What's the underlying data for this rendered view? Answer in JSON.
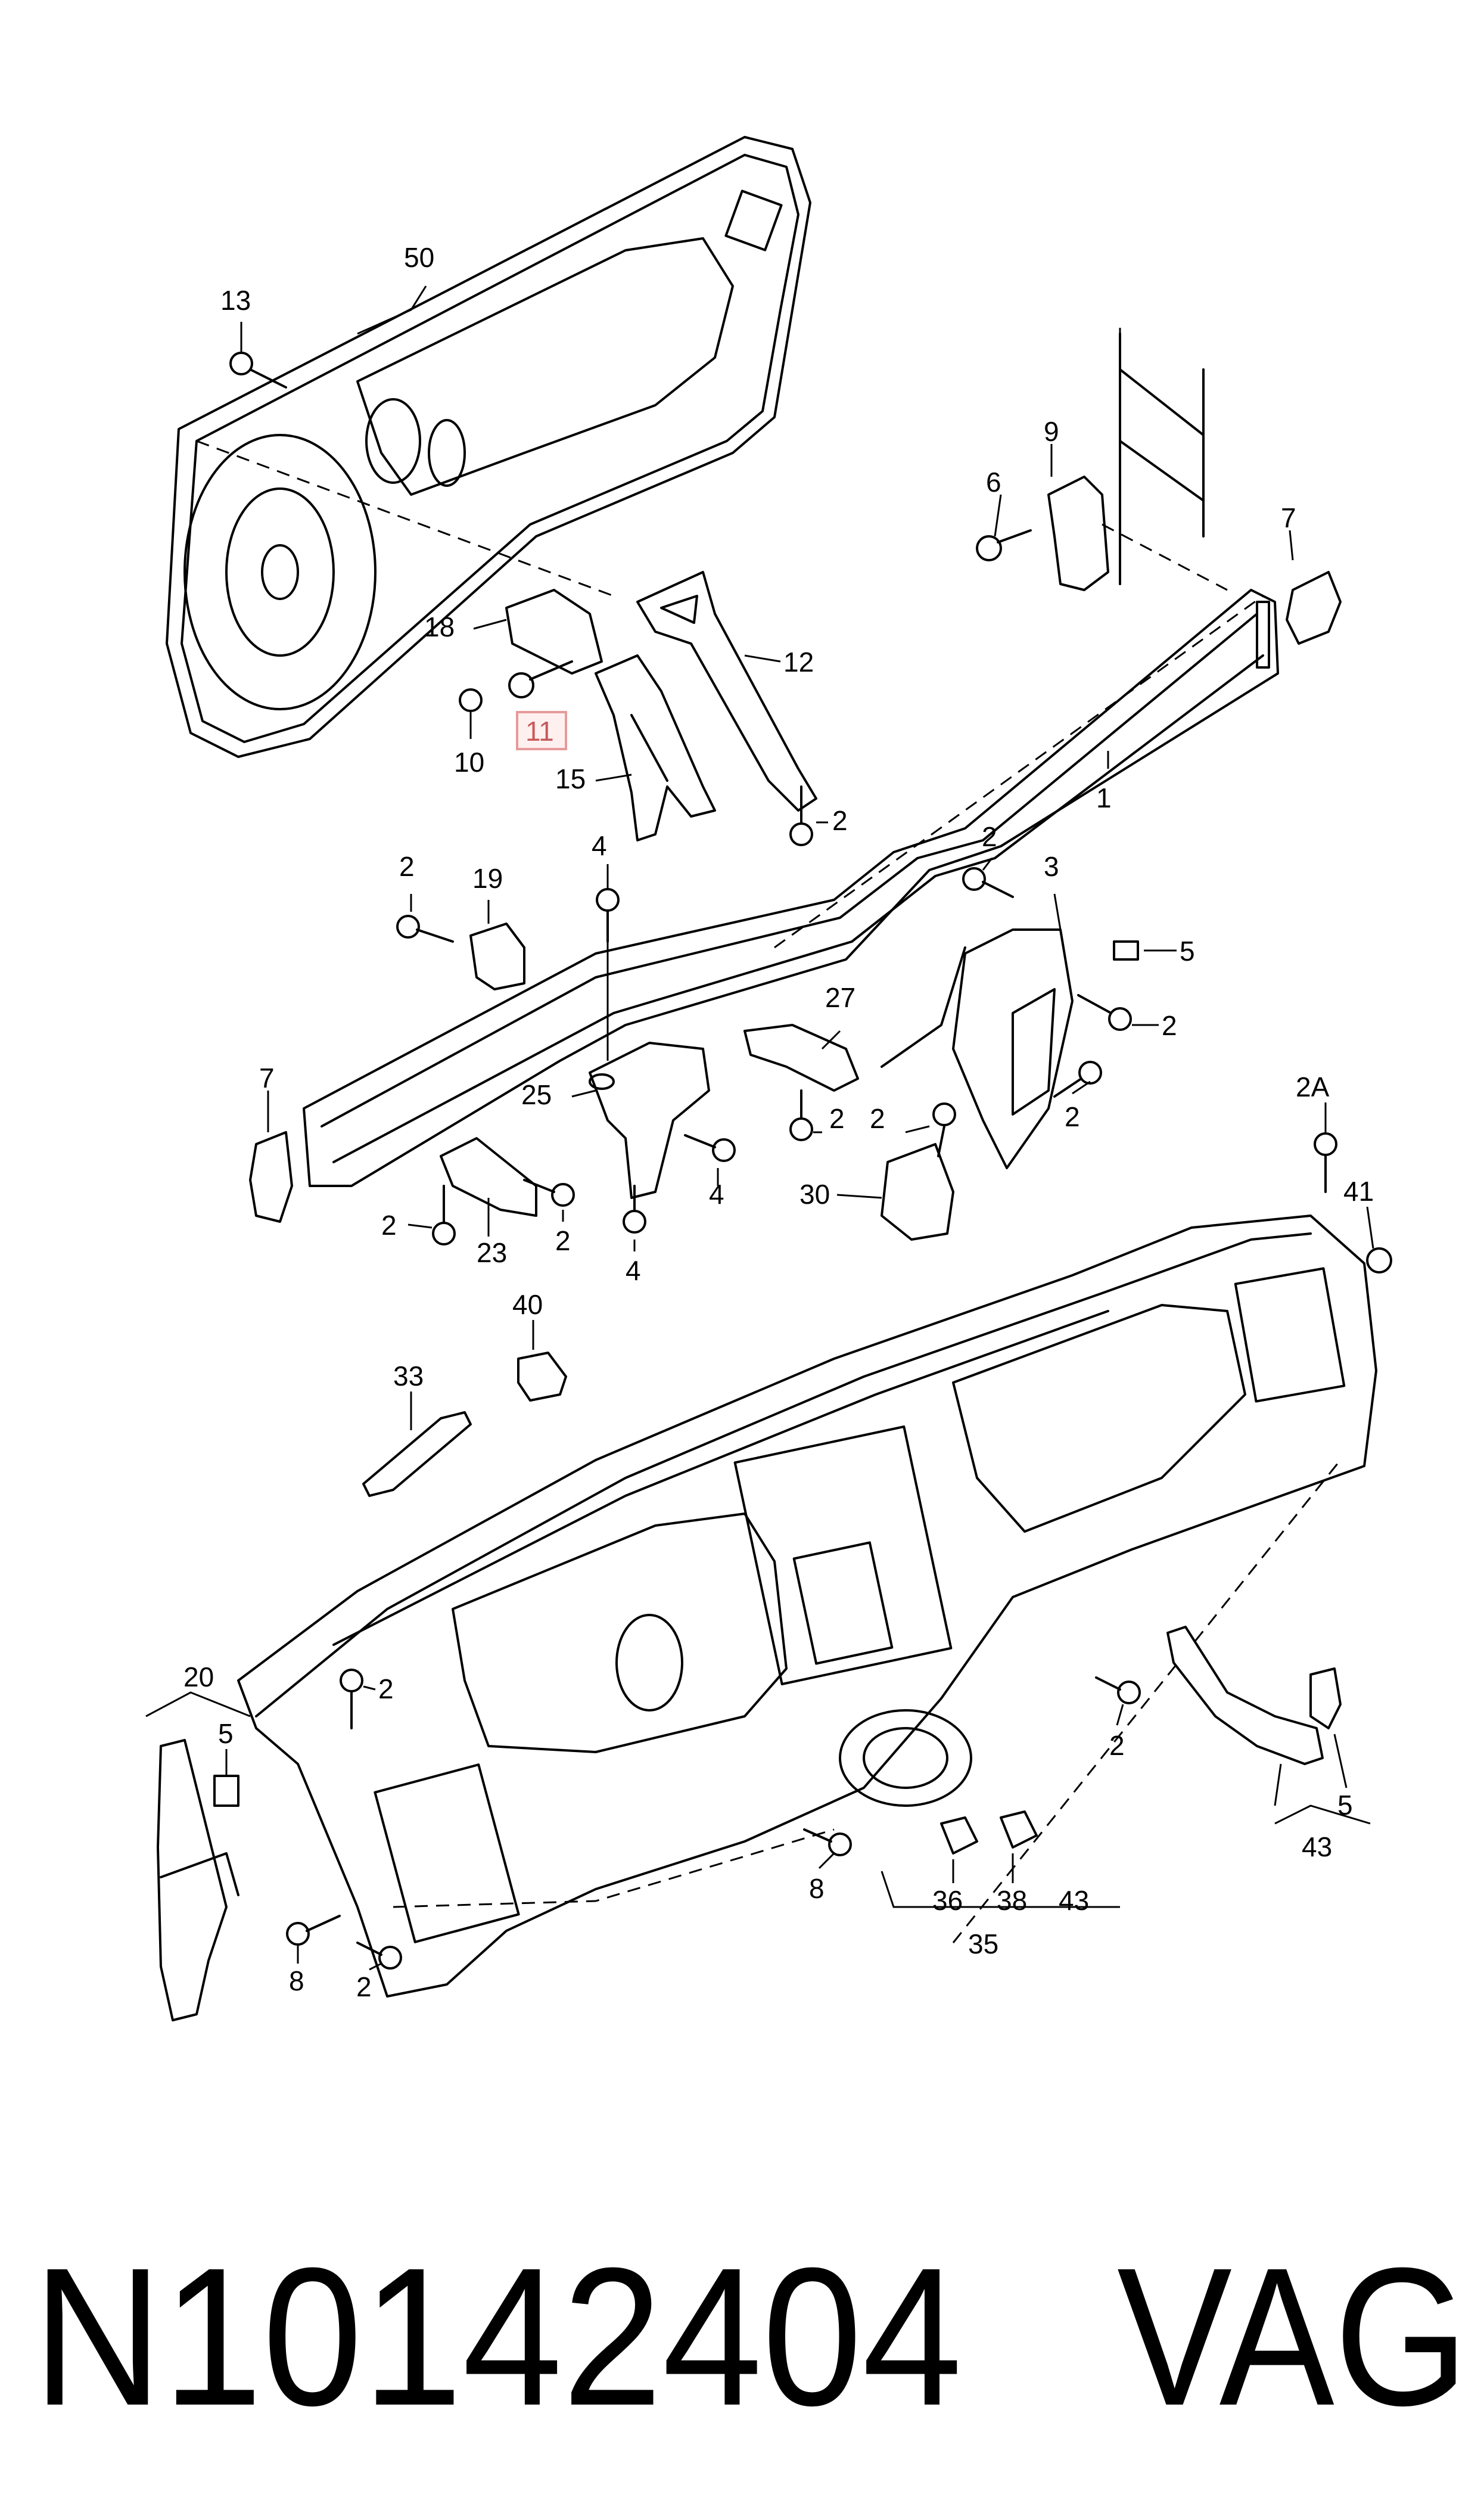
{
  "callouts": {
    "c50": "50",
    "c13": "13",
    "c18": "18",
    "c11": "11",
    "c10": "10",
    "c12": "12",
    "c15": "15",
    "c2_a": "2",
    "c1": "1",
    "c9": "9",
    "c6": "6",
    "c7_a": "7",
    "c2_b": "2",
    "c3": "3",
    "c5_a": "5",
    "c2_c": "2",
    "c2_d": "2",
    "c2_e": "2",
    "c19": "19",
    "c4_a": "4",
    "c27": "27",
    "c25": "25",
    "c2_f": "2",
    "c2_g": "2",
    "c7_b": "7",
    "c2_h": "2",
    "c23": "23",
    "c2_i": "2",
    "c4_b": "4",
    "c4_c": "4",
    "c30": "30",
    "c2A": "2A",
    "c41": "41",
    "c40": "40",
    "c33": "33",
    "c20": "20",
    "c5_b": "5",
    "c2_j": "2",
    "c2_k": "2",
    "c8_a": "8",
    "c8_b": "8",
    "c2_l": "2",
    "c36": "36",
    "c38": "38",
    "c43_a": "43",
    "c35": "35",
    "c5_c": "5",
    "c43_b": "43"
  },
  "highlighted_part": "11",
  "footer": {
    "part_number": "N10142404",
    "brand": "VAG"
  }
}
